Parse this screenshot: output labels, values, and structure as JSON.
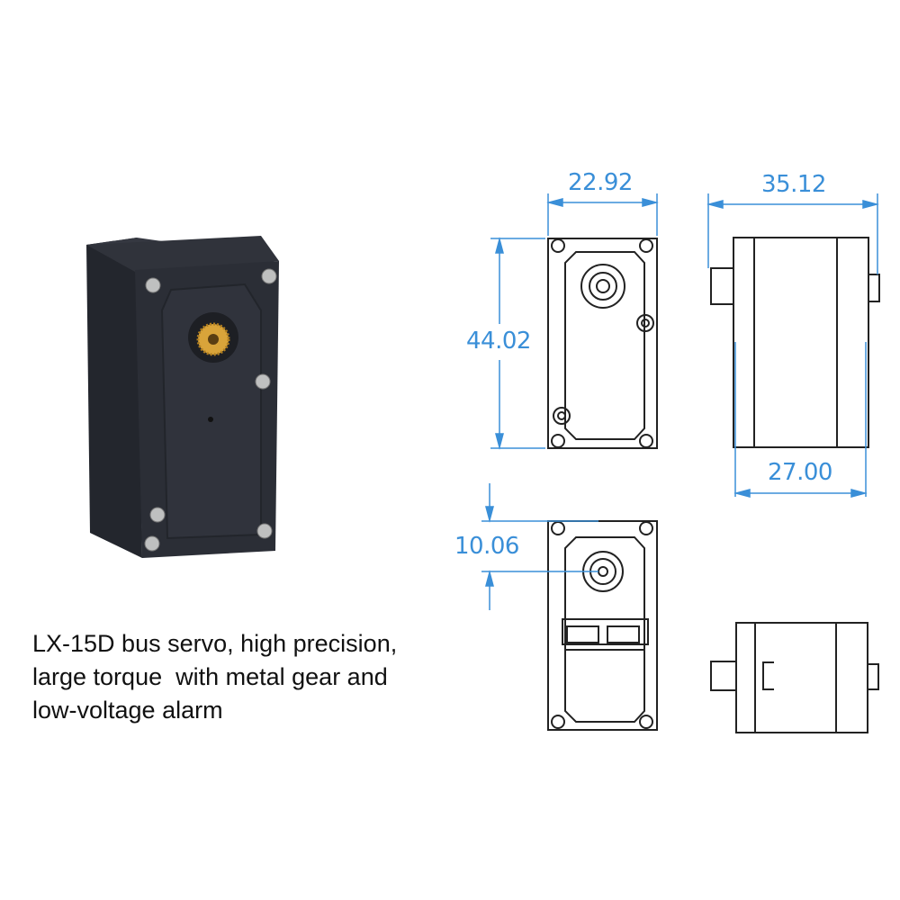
{
  "product": {
    "model": "LX-15D",
    "caption_lines": [
      "LX-15D bus servo, high precision,",
      "large torque  with metal gear and",
      "low-voltage alarm"
    ]
  },
  "dimensions": {
    "front_width": "22.92",
    "front_height": "44.02",
    "side_length_total": "35.12",
    "side_body_length": "27.00",
    "shaft_offset": "10.06"
  },
  "colors": {
    "dimension_blue": "#3a8fd8",
    "servo_body": "#2b2e36",
    "gear_brass": "#d9a43a",
    "line_drawing": "#222222"
  }
}
